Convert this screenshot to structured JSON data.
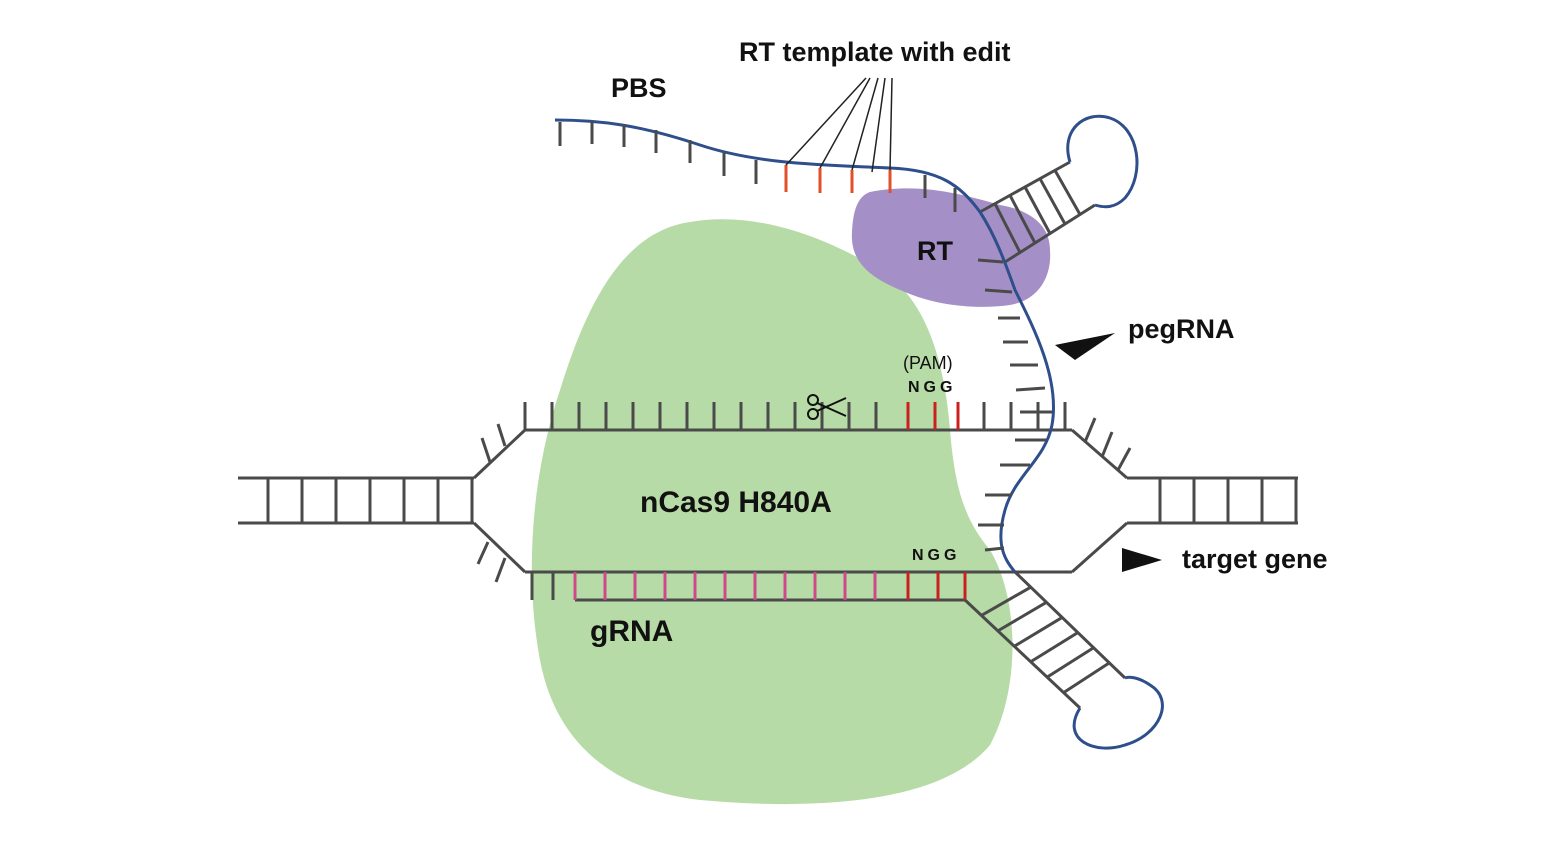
{
  "labels": {
    "pbs": "PBS",
    "rt_template": "RT template with edit",
    "rt": "RT",
    "pegrna": "pegRNA",
    "pam_paren": "(PAM)",
    "ngg_top": "NGG",
    "ngg_bottom": "NGG",
    "cas9": "nCas9 H840A",
    "grna": "gRNA",
    "target_gene": "target gene"
  },
  "colors": {
    "cas9_fill": "#b7dba6",
    "rt_fill": "#a58fc7",
    "dna_strand": "#4a4a4a",
    "pegrna_backbone": "#2e4f8c",
    "edit_ticks": "#e0502a",
    "pam_ticks": "#cc2020",
    "grna_ticks": "#d0488a"
  },
  "icons": {
    "scissors": "scissors-icon",
    "arrow_pegrna": "arrowhead-icon",
    "arrow_target": "arrowhead-icon"
  }
}
